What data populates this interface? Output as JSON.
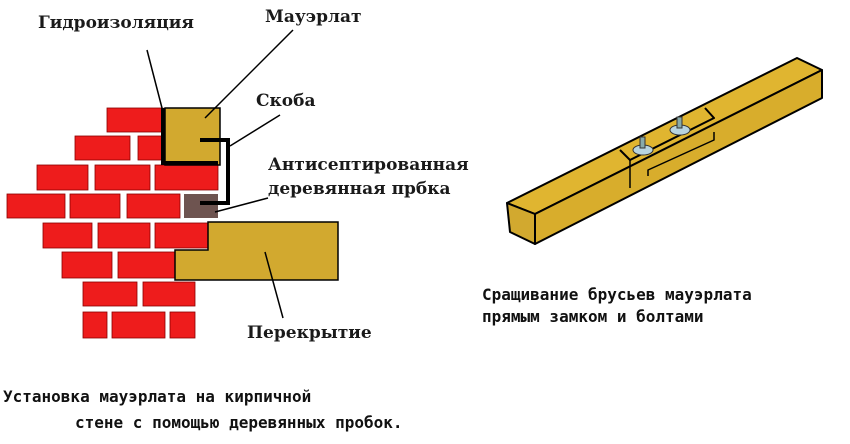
{
  "labels": {
    "waterproofing": "Гидроизоляция",
    "mauerlat": "Мауэрлат",
    "bracket": "Скоба",
    "plug_line1": "Антисептированная",
    "plug_line2": "деревянная прбка",
    "floor": "Перекрытие"
  },
  "captions": {
    "left_line1": "Установка мауэрлата на кирпичной",
    "left_line2": "стене с помощью деревянных пробок.",
    "right_line1": "Сращивание брусьев мауэрлата",
    "right_line2": "прямым замком и болтами"
  },
  "colors": {
    "brick": "#ee1c1c",
    "wood": "#d2a92f",
    "plug": "#6e5450",
    "line": "#000000",
    "bolt": "#b8d4e0"
  }
}
